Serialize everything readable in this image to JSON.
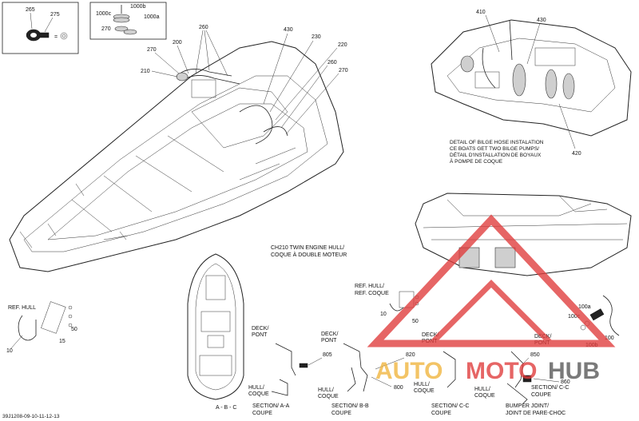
{
  "callouts": {
    "c265": "265",
    "c275": "275",
    "c1000b": "1000b",
    "c1000c": "1000c",
    "c1000a": "1000a",
    "c270_top": "270",
    "c260_top": "260",
    "c200": "200",
    "c270_left": "270",
    "c210": "210",
    "c430_main": "430",
    "c230": "230",
    "c220": "220",
    "c260_right": "260",
    "c270_right": "270",
    "c410": "410",
    "c430_detail": "430",
    "c420": "420",
    "c10_left": "10",
    "c15": "15",
    "c50_left": "50",
    "c805": "805",
    "c820": "820",
    "c800": "800",
    "c10_right": "10",
    "c50_right": "50",
    "c850": "850",
    "c860": "860",
    "c100a": "100a",
    "c100c": "100c",
    "c100b": "100b",
    "c100": "100"
  },
  "labels": {
    "bilge_detail": [
      "DETAIL OF BILGE HOSE INSTALATION",
      "CE BOATS GET TWO BILGE PUMPS/",
      "DÉTAIL D'INSTALLATION DE BOYAUX",
      "À POMPE DE COQUE"
    ],
    "twin_engine": [
      "CH210 TWIN ENGINE HULL/",
      "COQUE À DOUBLE MOTEUR"
    ],
    "ref_hull_left": "REF. HULL",
    "ref_hull_right": [
      "REF. HULL/",
      "REF. COQUE"
    ],
    "deck_pont": [
      "DECK/",
      "PONT"
    ],
    "hull_coque": [
      "HULL/",
      "COQUE"
    ],
    "abc": "A - B - C",
    "section_aa": [
      "SECTION/  A-A",
      "COUPE"
    ],
    "section_bb": [
      "SECTION/  B-B",
      "COUPE"
    ],
    "section_cc_1": [
      "SECTION/  C-C",
      "COUPE"
    ],
    "section_cc_2": [
      "SECTION/  C-C",
      "COUPE"
    ],
    "bumper": [
      "BUMPER JOINT/",
      "JOINT DE PARE-CHOC"
    ],
    "part_code": "39J1208-09-10-11-12-13",
    "equals": "="
  },
  "watermark": {
    "brand_a": "AUTO",
    "brand_b": "MOTO",
    "brand_c": "HUB",
    "color_red": "#e03a3a",
    "color_yellow": "#f0b43c",
    "color_grey": "#555555"
  }
}
